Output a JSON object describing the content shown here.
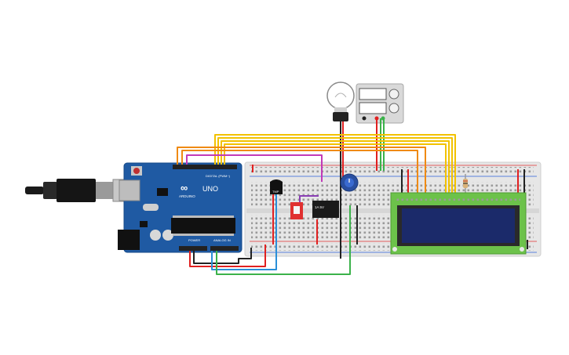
{
  "arduino": {
    "brand": "UNO",
    "maker_logo": "ARDUINO",
    "header_digital": "DIGITAL (PWM~)",
    "header_power": "POWER",
    "header_analog": "ANALOG IN",
    "body_color": "#1f5aa3"
  },
  "sensor": {
    "label": "TMP"
  },
  "relay": {
    "label": "1A 5V"
  },
  "lcd": {
    "screen_color": "#1b2a6a",
    "pcb_color": "#6cc24a"
  },
  "colors": {
    "wire_red": "#e02020",
    "wire_black": "#222222",
    "wire_yellow": "#f2c200",
    "wire_orange": "#ef8a12",
    "wire_green": "#3bb24a",
    "wire_blue": "#2a8fd8",
    "wire_purple": "#8a3fb5",
    "wire_magenta": "#c23ab8",
    "breadboard": "#e8e8e8"
  }
}
